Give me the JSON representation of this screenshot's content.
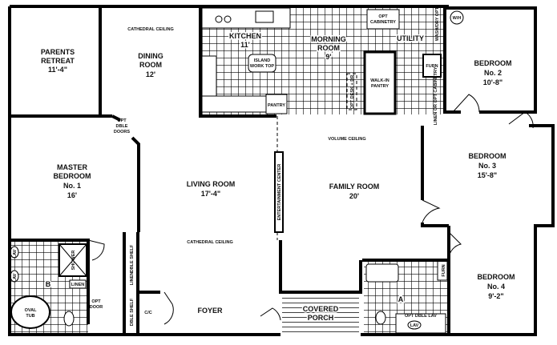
{
  "rooms": {
    "parents_retreat": {
      "name1": "PARENTS",
      "name2": "RETREAT",
      "size": "11'-4\""
    },
    "dining": {
      "name1": "DINING",
      "name2": "ROOM",
      "size": "12'",
      "ceiling": "CATHEDRAL CEILING"
    },
    "kitchen": {
      "name": "KITCHEN",
      "size": "11'",
      "island1": "ISLAND",
      "island2": "WORK TOP",
      "pantry": "PANTRY"
    },
    "morning": {
      "name1": "MORNING",
      "name2": "ROOM",
      "size": "9'"
    },
    "utility": {
      "name": "UTILITY",
      "opt_cab1": "OPT",
      "opt_cab2": "CABINETRY",
      "washdry": "WASH/DRY OPT",
      "wh": "W/H",
      "furn": "FURN",
      "linen": "LINEN OR OPT CABINETRY",
      "walkin1": "WALK-IN",
      "walkin2": "PANTRY",
      "desk": "OPT DESK + DR"
    },
    "bedroom2": {
      "name": "BEDROOM",
      "no": "No. 2",
      "size": "10'-8\""
    },
    "master": {
      "name1": "MASTER",
      "name2": "BEDROOM",
      "no": "No. 1",
      "size": "16'",
      "opt1": "OPT",
      "opt2": "DBLE",
      "opt3": "DOORS"
    },
    "living": {
      "name": "LIVING ROOM",
      "size": "17'-4\"",
      "ceiling": "CATHEDRAL CEILING"
    },
    "family": {
      "name": "FAMILY ROOM",
      "size": "20'",
      "ceiling": "VOLUME CEILING",
      "ent": "ENTERTAINMENT CENTER"
    },
    "bedroom3": {
      "name": "BEDROOM",
      "no": "No. 3",
      "size": "15'-8\""
    },
    "bedroom4": {
      "name": "BEDROOM",
      "no": "No. 4",
      "size": "9'-2\"",
      "furn": "FURN"
    },
    "bath_b": {
      "letter": "B",
      "lav": "LAV",
      "shower": "SHOWER",
      "linen": "LINEN",
      "tub1": "OVAL",
      "tub2": "TUB",
      "opt1": "OPT",
      "opt2": "DOOR"
    },
    "closets": {
      "shelf": "DBLE SHELF",
      "linen": "LINEN",
      "coat": "C/C"
    },
    "foyer": {
      "name": "FOYER"
    },
    "porch": {
      "name1": "COVERED",
      "name2": "PORCH"
    },
    "bath_a": {
      "letter": "A",
      "opt_lav": "OPT DBLE LAV",
      "lav": "LAV"
    }
  }
}
